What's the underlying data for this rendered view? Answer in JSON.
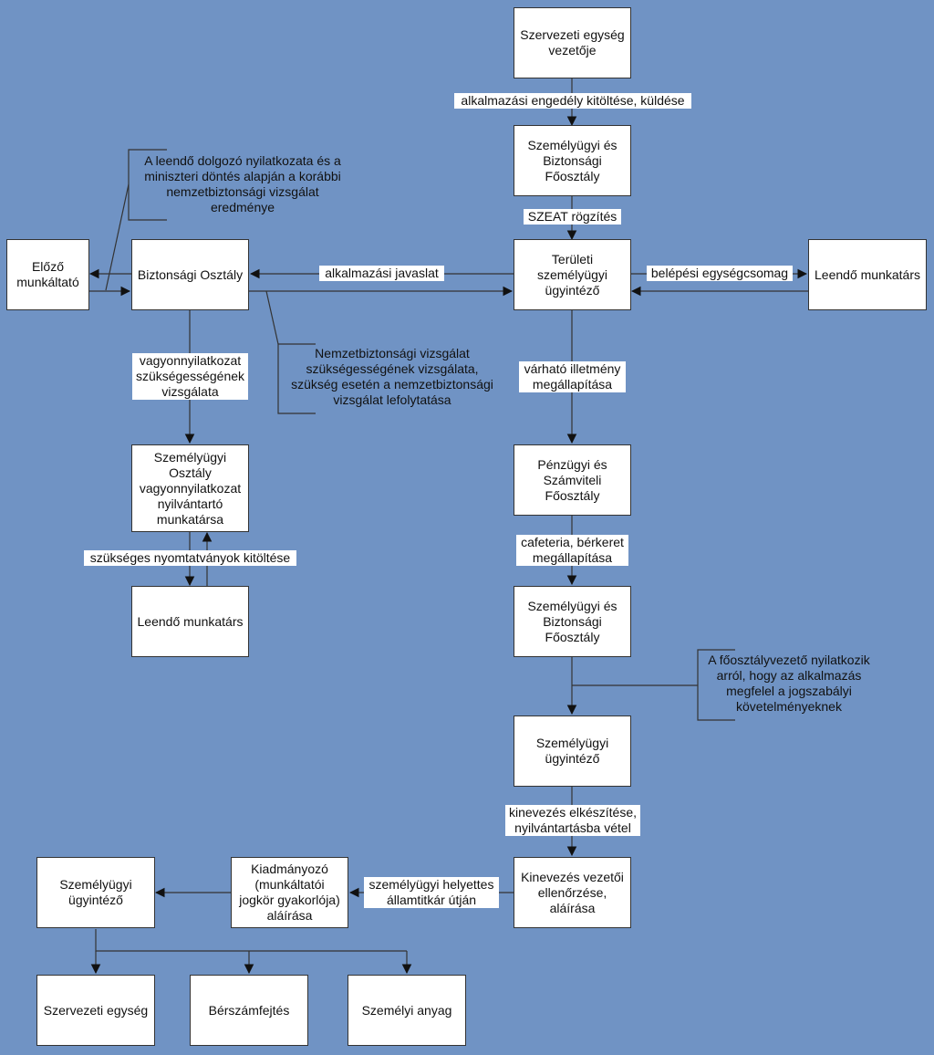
{
  "colors": {
    "background": "#7093c4",
    "box": "#ffffff",
    "line": "#333333"
  },
  "boxes": {
    "org_unit_head": "Szervezeti egység\nvezetője",
    "hr_security_dept_1": "Személyügyi és\nBiztonsági\nFőosztály",
    "regional_hr_officer": "Területi\nszemélyügyi\nügyintéző",
    "prospective_employee_1": "Leendő munkatárs",
    "security_dept": "Biztonsági Osztály",
    "previous_employer": "Előző\nmunkáltató",
    "asset_declaration_staff": "Személyügyi\nOsztály\nvagyonnyilatkozat\nnyilvántartó\nmunkatársa",
    "prospective_employee_2": "Leendő munkatárs",
    "finance_dept": "Pénzügyi és\nSzámviteli\nFőosztály",
    "hr_security_dept_2": "Személyügyi és\nBiztonsági\nFőosztály",
    "hr_officer_1": "Személyügyi\nügyintéző",
    "appointment_signature": "Kinevezés vezetői\nellenőrzése,\naláírása",
    "issuer_signature": "Kiadmányozó\n(munkáltatói\njogkör gyakorlója)\naláírása",
    "hr_officer_2": "Személyügyi\nügyintéző",
    "org_unit": "Szervezeti egység",
    "payroll": "Bérszámfejtés",
    "personal_file": "Személyi anyag"
  },
  "labels": {
    "fill_hiring_permit": "alkalmazási engedély kitöltése, küldése",
    "szeat_record": "SZEAT rögzítés",
    "hiring_proposal": "alkalmazási javaslat",
    "onboarding_package": "belépési egységcsomag",
    "asset_declaration_check": "vagyonnyilatkozat\nszükségességének\nvizsgálata",
    "fill_forms": "szükséges nyomtatványok kitöltése",
    "expected_salary": "várható illetmény\nmegállapítása",
    "cafeteria": "cafeteria, bérkeret\nmegállapítása",
    "appointment_prep": "kinevezés elkészítése,\nnyilvántartásba vétel",
    "via_deputy": "személyügyi helyettes\nállamtitkár útján"
  },
  "notes": {
    "previous_check": "A leendő dolgozó nyilatkozata és a\nminiszteri döntés alapján a korábbi\nnemzetbiztonsági vizsgálat\neredménye",
    "security_check": "Nemzetbiztonsági vizsgálat\nszükségességének vizsgálata,\nszükség esetén a nemzetbiztonsági\nvizsgálat lefolytatása",
    "head_statement": "A főosztályvezető nyilatkozik\narról, hogy az alkalmazás\nmegfelel a jogszabályi\nkövetelményeknek"
  }
}
